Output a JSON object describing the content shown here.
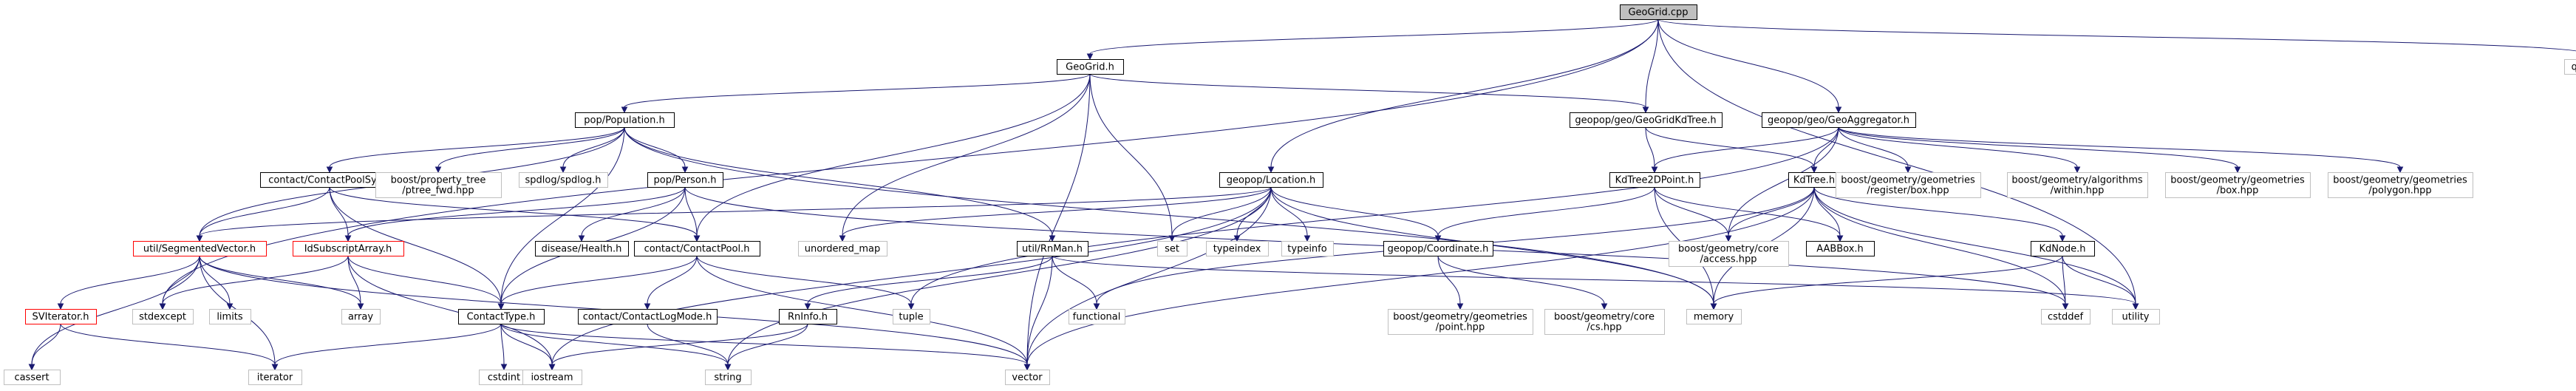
{
  "diagram": {
    "colors": {
      "edge": "#191970",
      "current_fill": "#bfbfbf",
      "doc_border": "#000000",
      "sys_border": "#bfbfbf",
      "trunc_border": "#ff0000",
      "text": "#000000"
    },
    "nodes": [
      {
        "id": "geogrid_cpp",
        "lines": [
          "GeoGrid.cpp"
        ],
        "kind": "current"
      },
      {
        "id": "geogrid_h",
        "lines": [
          "GeoGrid.h"
        ],
        "kind": "doc"
      },
      {
        "id": "queue",
        "lines": [
          "queue"
        ],
        "kind": "sys"
      },
      {
        "id": "population_h",
        "lines": [
          "pop/Population.h"
        ],
        "kind": "doc"
      },
      {
        "id": "geogridkdtree_h",
        "lines": [
          "geopop/geo/GeoGridKdTree.h"
        ],
        "kind": "doc"
      },
      {
        "id": "geoaggregator_h",
        "lines": [
          "geopop/geo/GeoAggregator.h"
        ],
        "kind": "doc"
      },
      {
        "id": "contactpoolsys_h",
        "lines": [
          "contact/ContactPoolSys.h"
        ],
        "kind": "doc"
      },
      {
        "id": "property_tree_fwd",
        "lines": [
          "boost/property_tree",
          "/ptree_fwd.hpp"
        ],
        "kind": "sys"
      },
      {
        "id": "spdlog_h",
        "lines": [
          "spdlog/spdlog.h"
        ],
        "kind": "sys"
      },
      {
        "id": "person_h",
        "lines": [
          "pop/Person.h"
        ],
        "kind": "doc"
      },
      {
        "id": "location_h",
        "lines": [
          "geopop/Location.h"
        ],
        "kind": "doc"
      },
      {
        "id": "kdtree2dpoint_h",
        "lines": [
          "KdTree2DPoint.h"
        ],
        "kind": "doc"
      },
      {
        "id": "kdtree_h",
        "lines": [
          "KdTree.h"
        ],
        "kind": "doc"
      },
      {
        "id": "bg_register_box",
        "lines": [
          "boost/geometry/geometries",
          "/register/box.hpp"
        ],
        "kind": "sys"
      },
      {
        "id": "bg_within",
        "lines": [
          "boost/geometry/algorithms",
          "/within.hpp"
        ],
        "kind": "sys"
      },
      {
        "id": "bg_box",
        "lines": [
          "boost/geometry/geometries",
          "/box.hpp"
        ],
        "kind": "sys"
      },
      {
        "id": "bg_polygon",
        "lines": [
          "boost/geometry/geometries",
          "/polygon.hpp"
        ],
        "kind": "sys"
      },
      {
        "id": "segmentedvector_h",
        "lines": [
          "util/SegmentedVector.h"
        ],
        "kind": "trunc"
      },
      {
        "id": "idsubscriptarray_h",
        "lines": [
          "IdSubscriptArray.h"
        ],
        "kind": "trunc"
      },
      {
        "id": "health_h",
        "lines": [
          "disease/Health.h"
        ],
        "kind": "doc"
      },
      {
        "id": "contactpool_h",
        "lines": [
          "contact/ContactPool.h"
        ],
        "kind": "doc"
      },
      {
        "id": "unordered_map",
        "lines": [
          "unordered_map"
        ],
        "kind": "sys"
      },
      {
        "id": "rnman_h",
        "lines": [
          "util/RnMan.h"
        ],
        "kind": "doc"
      },
      {
        "id": "set",
        "lines": [
          "set"
        ],
        "kind": "sys"
      },
      {
        "id": "typeindex",
        "lines": [
          "typeindex"
        ],
        "kind": "sys"
      },
      {
        "id": "typeinfo",
        "lines": [
          "typeinfo"
        ],
        "kind": "sys"
      },
      {
        "id": "coordinate_h",
        "lines": [
          "geopop/Coordinate.h"
        ],
        "kind": "doc"
      },
      {
        "id": "bg_core_access",
        "lines": [
          "boost/geometry/core",
          "/access.hpp"
        ],
        "kind": "sys"
      },
      {
        "id": "aabbox_h",
        "lines": [
          "AABBox.h"
        ],
        "kind": "doc"
      },
      {
        "id": "kdnode_h",
        "lines": [
          "KdNode.h"
        ],
        "kind": "doc"
      },
      {
        "id": "svIterator_h",
        "lines": [
          "SVIterator.h"
        ],
        "kind": "trunc"
      },
      {
        "id": "stdexcept",
        "lines": [
          "stdexcept"
        ],
        "kind": "sys"
      },
      {
        "id": "limits",
        "lines": [
          "limits"
        ],
        "kind": "sys"
      },
      {
        "id": "array",
        "lines": [
          "array"
        ],
        "kind": "sys"
      },
      {
        "id": "contacttype_h",
        "lines": [
          "ContactType.h"
        ],
        "kind": "doc"
      },
      {
        "id": "contactlogmode_h",
        "lines": [
          "contact/ContactLogMode.h"
        ],
        "kind": "doc"
      },
      {
        "id": "tuple",
        "lines": [
          "tuple"
        ],
        "kind": "sys"
      },
      {
        "id": "functional",
        "lines": [
          "functional"
        ],
        "kind": "sys"
      },
      {
        "id": "rninfo_h",
        "lines": [
          "RnInfo.h"
        ],
        "kind": "doc"
      },
      {
        "id": "bg_point",
        "lines": [
          "boost/geometry/geometries",
          "/point.hpp"
        ],
        "kind": "sys"
      },
      {
        "id": "bg_core_cs",
        "lines": [
          "boost/geometry/core",
          "/cs.hpp"
        ],
        "kind": "sys"
      },
      {
        "id": "memory",
        "lines": [
          "memory"
        ],
        "kind": "sys"
      },
      {
        "id": "cstddef",
        "lines": [
          "cstddef"
        ],
        "kind": "sys"
      },
      {
        "id": "utility",
        "lines": [
          "utility"
        ],
        "kind": "sys"
      },
      {
        "id": "cassert",
        "lines": [
          "cassert"
        ],
        "kind": "sys"
      },
      {
        "id": "iterator",
        "lines": [
          "iterator"
        ],
        "kind": "sys"
      },
      {
        "id": "cstdint",
        "lines": [
          "cstdint"
        ],
        "kind": "sys"
      },
      {
        "id": "iostream",
        "lines": [
          "iostream"
        ],
        "kind": "sys"
      },
      {
        "id": "string",
        "lines": [
          "string"
        ],
        "kind": "sys"
      },
      {
        "id": "vector",
        "lines": [
          "vector"
        ],
        "kind": "sys"
      }
    ],
    "edges": [
      [
        "geogrid_cpp",
        "geogrid_h"
      ],
      [
        "geogrid_cpp",
        "queue"
      ],
      [
        "geogrid_cpp",
        "geogridkdtree_h"
      ],
      [
        "geogrid_cpp",
        "geoaggregator_h"
      ],
      [
        "geogrid_cpp",
        "location_h"
      ],
      [
        "geogrid_cpp",
        "stdexcept"
      ],
      [
        "geogrid_cpp",
        "utility"
      ],
      [
        "geogrid_h",
        "population_h"
      ],
      [
        "geogrid_h",
        "geogridkdtree_h"
      ],
      [
        "geogrid_h",
        "contactpool_h"
      ],
      [
        "geogrid_h",
        "unordered_map"
      ],
      [
        "geogrid_h",
        "set"
      ],
      [
        "geogrid_h",
        "vector"
      ],
      [
        "population_h",
        "contactpoolsys_h"
      ],
      [
        "population_h",
        "property_tree_fwd"
      ],
      [
        "population_h",
        "spdlog_h"
      ],
      [
        "population_h",
        "person_h"
      ],
      [
        "population_h",
        "segmentedvector_h"
      ],
      [
        "population_h",
        "rnman_h"
      ],
      [
        "population_h",
        "memory"
      ],
      [
        "population_h",
        "contacttype_h"
      ],
      [
        "geogridkdtree_h",
        "kdtree_h"
      ],
      [
        "geogridkdtree_h",
        "kdtree2dpoint_h"
      ],
      [
        "geoaggregator_h",
        "kdtree2dpoint_h"
      ],
      [
        "geoaggregator_h",
        "kdtree_h"
      ],
      [
        "geoaggregator_h",
        "bg_register_box"
      ],
      [
        "geoaggregator_h",
        "bg_within"
      ],
      [
        "geoaggregator_h",
        "bg_box"
      ],
      [
        "geoaggregator_h",
        "bg_polygon"
      ],
      [
        "geoaggregator_h",
        "bg_core_access"
      ],
      [
        "geoaggregator_h",
        "tuple"
      ],
      [
        "contactpoolsys_h",
        "segmentedvector_h"
      ],
      [
        "contactpoolsys_h",
        "idsubscriptarray_h"
      ],
      [
        "contactpoolsys_h",
        "contactpool_h"
      ],
      [
        "contactpoolsys_h",
        "contacttype_h"
      ],
      [
        "person_h",
        "health_h"
      ],
      [
        "person_h",
        "contactpool_h"
      ],
      [
        "person_h",
        "contacttype_h"
      ],
      [
        "person_h",
        "idsubscriptarray_h"
      ],
      [
        "person_h",
        "cstddef"
      ],
      [
        "location_h",
        "coordinate_h"
      ],
      [
        "location_h",
        "unordered_map"
      ],
      [
        "location_h",
        "set"
      ],
      [
        "location_h",
        "typeindex"
      ],
      [
        "location_h",
        "typeinfo"
      ],
      [
        "location_h",
        "memory"
      ],
      [
        "location_h",
        "string"
      ],
      [
        "location_h",
        "vector"
      ],
      [
        "location_h",
        "iostream"
      ],
      [
        "location_h",
        "segmentedvector_h"
      ],
      [
        "kdtree2dpoint_h",
        "coordinate_h"
      ],
      [
        "kdtree2dpoint_h",
        "bg_core_access"
      ],
      [
        "kdtree2dpoint_h",
        "aabbox_h"
      ],
      [
        "kdtree2dpoint_h",
        "memory"
      ],
      [
        "kdtree_h",
        "aabbox_h"
      ],
      [
        "kdtree_h",
        "kdnode_h"
      ],
      [
        "kdtree_h",
        "functional"
      ],
      [
        "kdtree_h",
        "memory"
      ],
      [
        "kdtree_h",
        "utility"
      ],
      [
        "kdtree_h",
        "vector"
      ],
      [
        "kdtree_h",
        "cstddef"
      ],
      [
        "kdtree_h",
        "bg_core_access"
      ],
      [
        "segmentedvector_h",
        "svIterator_h"
      ],
      [
        "segmentedvector_h",
        "stdexcept"
      ],
      [
        "segmentedvector_h",
        "limits"
      ],
      [
        "segmentedvector_h",
        "array"
      ],
      [
        "segmentedvector_h",
        "iterator"
      ],
      [
        "segmentedvector_h",
        "cassert"
      ],
      [
        "segmentedvector_h",
        "vector"
      ],
      [
        "idsubscriptarray_h",
        "contacttype_h"
      ],
      [
        "idsubscriptarray_h",
        "array"
      ],
      [
        "idsubscriptarray_h",
        "stdexcept"
      ],
      [
        "idsubscriptarray_h",
        "iostream"
      ],
      [
        "contactpool_h",
        "contacttype_h"
      ],
      [
        "contactpool_h",
        "contactlogmode_h"
      ],
      [
        "contactpool_h",
        "tuple"
      ],
      [
        "contactpool_h",
        "vector"
      ],
      [
        "rnman_h",
        "rninfo_h"
      ],
      [
        "rnman_h",
        "functional"
      ],
      [
        "rnman_h",
        "vector"
      ],
      [
        "rnman_h",
        "utility"
      ],
      [
        "coordinate_h",
        "bg_point"
      ],
      [
        "coordinate_h",
        "bg_core_cs"
      ],
      [
        "kdnode_h",
        "memory"
      ],
      [
        "kdnode_h",
        "cstddef"
      ],
      [
        "kdnode_h",
        "utility"
      ],
      [
        "svIterator_h",
        "cassert"
      ],
      [
        "svIterator_h",
        "iterator"
      ],
      [
        "contacttype_h",
        "cstdint"
      ],
      [
        "contacttype_h",
        "iostream"
      ],
      [
        "contacttype_h",
        "string"
      ],
      [
        "contacttype_h",
        "iterator"
      ],
      [
        "contacttype_h",
        "vector"
      ],
      [
        "contactlogmode_h",
        "string"
      ],
      [
        "rninfo_h",
        "iostream"
      ],
      [
        "rninfo_h",
        "string"
      ]
    ]
  }
}
